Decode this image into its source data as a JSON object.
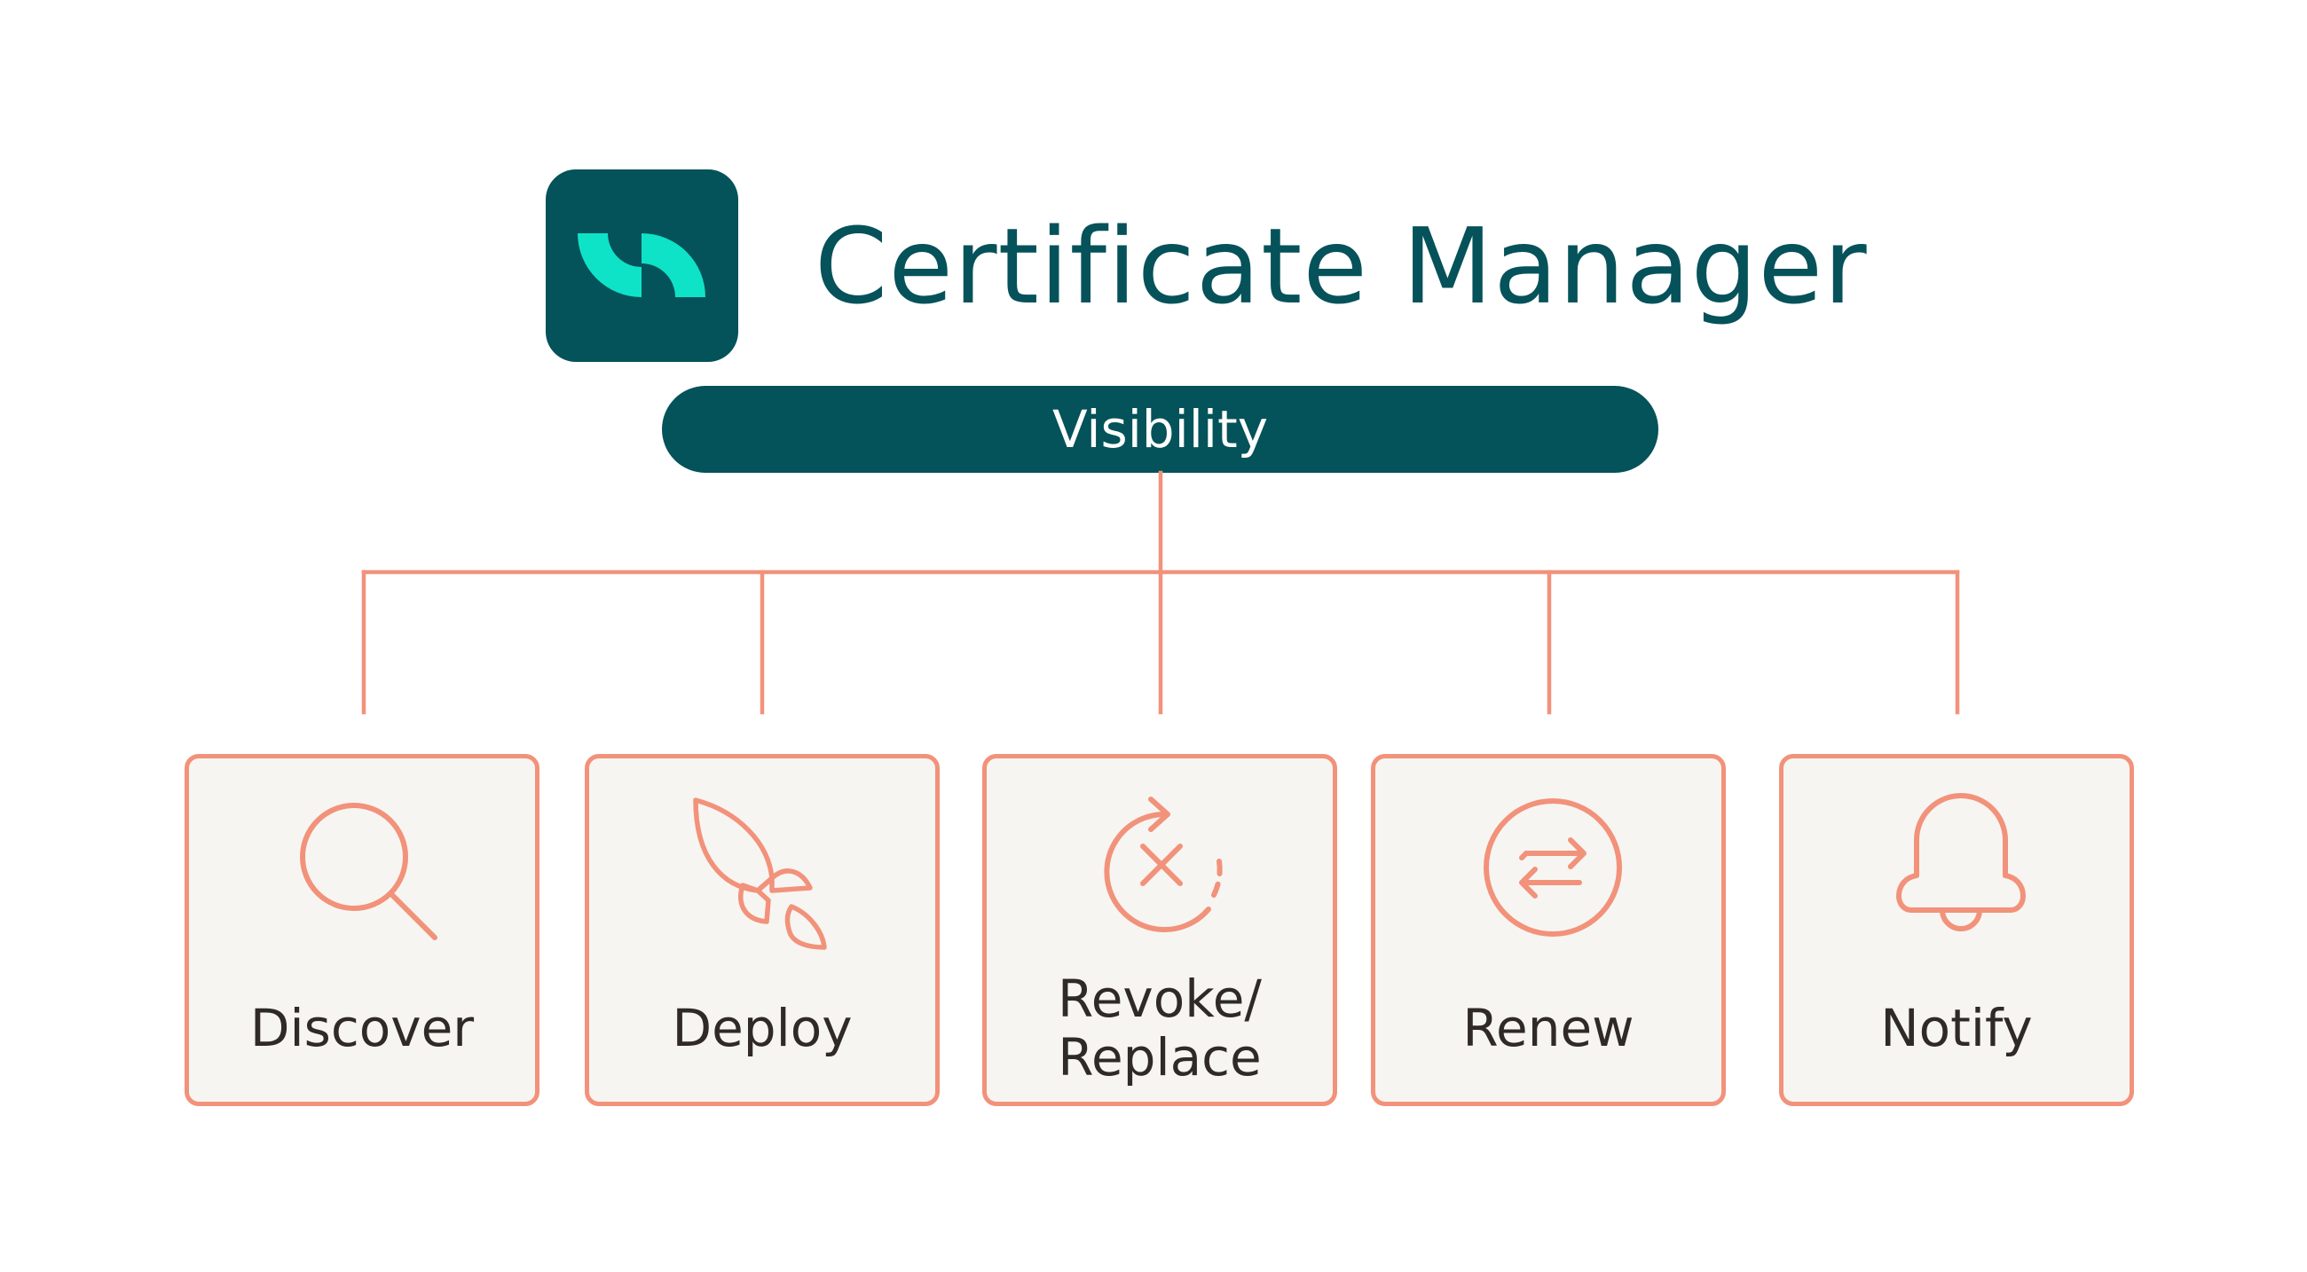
{
  "header": {
    "title": "Certificate Manager",
    "logo_icon": "certificate-manager-logo-icon"
  },
  "root": {
    "label": "Visibility"
  },
  "capabilities": [
    {
      "label": "Discover",
      "icon": "magnifier-icon"
    },
    {
      "label": "Deploy",
      "icon": "rocket-icon"
    },
    {
      "label_line1": "Revoke/",
      "label_line2": "Replace",
      "icon": "revoke-replace-icon"
    },
    {
      "label": "Renew",
      "icon": "renew-arrows-icon"
    },
    {
      "label": "Notify",
      "icon": "bell-icon"
    }
  ],
  "colors": {
    "brand_teal": "#04525a",
    "logo_accent": "#0ee3c8",
    "connector_salmon": "#f2927a",
    "card_background": "#f7f5f2",
    "label_text": "#2f2a28"
  }
}
